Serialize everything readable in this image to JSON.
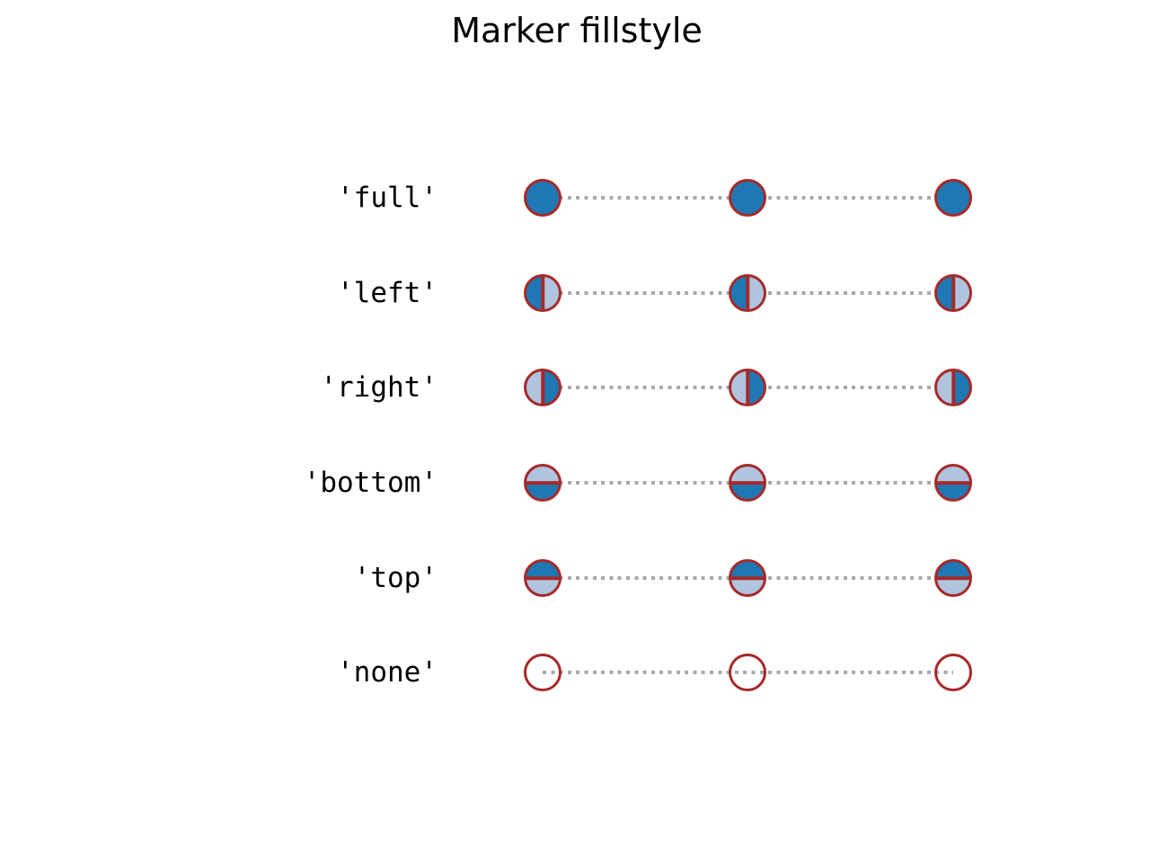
{
  "chart_data": {
    "type": "line",
    "title": "Marker fillstyle",
    "x": [
      0,
      1,
      2
    ],
    "rows": [
      {
        "label": "'full'",
        "fillstyle": "full"
      },
      {
        "label": "'left'",
        "fillstyle": "left"
      },
      {
        "label": "'right'",
        "fillstyle": "right"
      },
      {
        "label": "'bottom'",
        "fillstyle": "bottom"
      },
      {
        "label": "'top'",
        "fillstyle": "top"
      },
      {
        "label": "'none'",
        "fillstyle": "none"
      }
    ],
    "marker_style": {
      "marker": "o",
      "linestyle": "dotted",
      "line_color": "#a9a9a9",
      "markerfacecolor": "#1f77b4",
      "markerfacecoloralt": "#b0c4de",
      "markeredgecolor": "#a52a2a"
    },
    "legend": false,
    "grid": false,
    "axes_visible": false,
    "background": "#ffffff"
  }
}
